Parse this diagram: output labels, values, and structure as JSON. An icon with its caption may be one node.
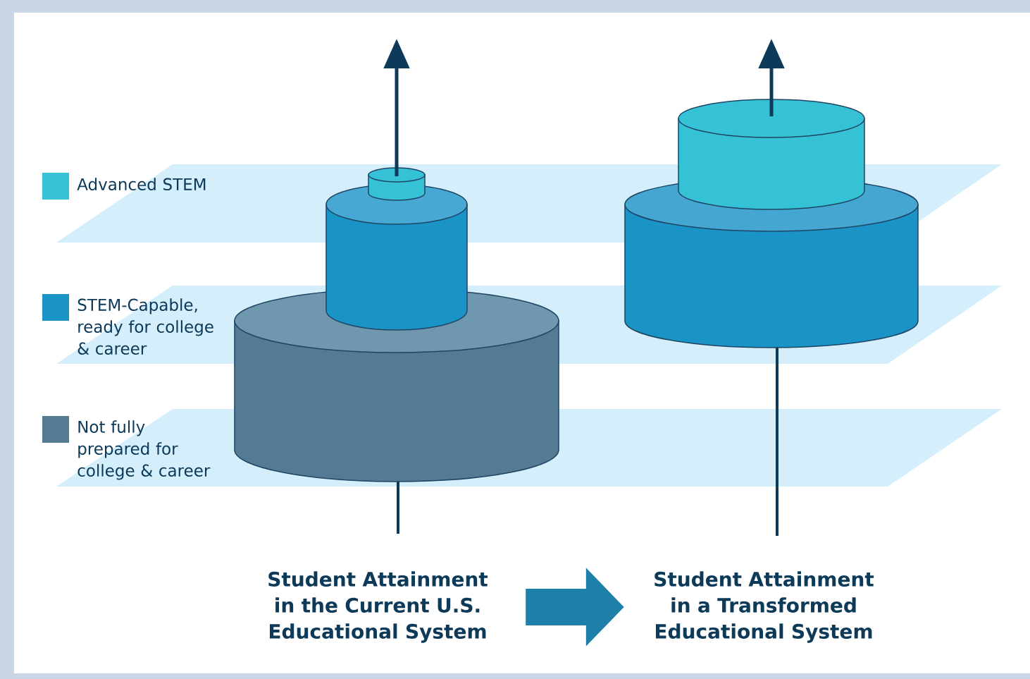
{
  "diagram": {
    "nodes": [
      {
        "text": [
          "Student Attainment in the Current U.S. Educational System"
        ]
      },
      {
        "text": [
          "Student Attainment in a Transformed Educational System"
        ]
      }
    ],
    "edges": [
      {
        "from": 0,
        "to": 1,
        "arrow": "to"
      }
    ],
    "legend": [
      {
        "text": "Advanced STEM",
        "color": "#36c2d6"
      },
      {
        "text": "STEM-Capable, ready for college & career",
        "color": "#1a93c6"
      },
      {
        "text": "Not fully prepared for college & career",
        "color": "#557a93"
      }
    ]
  }
}
